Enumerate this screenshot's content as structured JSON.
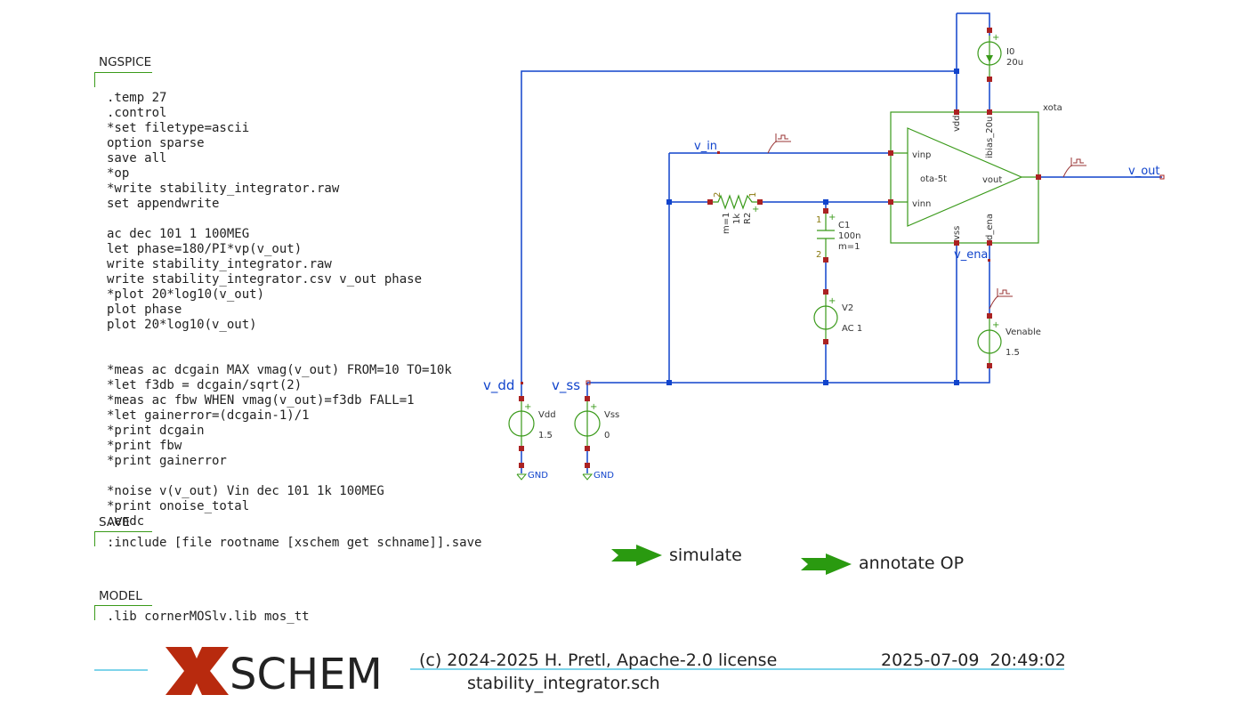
{
  "blocks": {
    "ngspice": {
      "title": "NGSPICE",
      "lines": [
        ".temp 27",
        ".control",
        "*set filetype=ascii",
        "option sparse",
        "save all",
        "*op",
        "*write stability_integrator.raw",
        "set appendwrite",
        "",
        "ac dec 101 1 100MEG",
        "let phase=180/PI*vp(v_out)",
        "write stability_integrator.raw",
        "write stability_integrator.csv v_out phase",
        "*plot 20*log10(v_out)",
        "plot phase",
        "plot 20*log10(v_out)",
        "",
        "",
        "*meas ac dcgain MAX vmag(v_out) FROM=10 TO=10k",
        "*let f3db = dcgain/sqrt(2)",
        "*meas ac fbw WHEN vmag(v_out)=f3db FALL=1",
        "*let gainerror=(dcgain-1)/1",
        "*print dcgain",
        "*print fbw",
        "*print gainerror",
        "",
        "*noise v(v_out) Vin dec 101 1k 100MEG",
        "*print onoise_total",
        ".endc"
      ]
    },
    "save": {
      "title": "SAVE",
      "lines": [
        ":include [file rootname [xschem get schname]].save"
      ]
    },
    "model": {
      "title": "MODEL",
      "lines": [
        ".lib cornerMOSlv.lib mos_tt"
      ]
    }
  },
  "schematic": {
    "nets": {
      "v_in": "v_in",
      "v_out": "v_out",
      "v_dd": "v_dd",
      "v_ss": "v_ss",
      "v_ena": "v_ena",
      "gnd1": "GND",
      "gnd2": "GND"
    },
    "ota": {
      "instance": "xota",
      "cell": "ota-5t",
      "pins": {
        "vinp": "vinp",
        "vinn": "vinn",
        "vout": "vout",
        "vdd": "vdd",
        "vss": "vss",
        "ibias": "ibias_20u",
        "ena": "d_ena"
      }
    },
    "I0": {
      "name": "I0",
      "value": "20u"
    },
    "R2": {
      "name": "R2",
      "value": "1k",
      "mult": "m=1",
      "pin1": "1",
      "pin2": "2"
    },
    "C1": {
      "name": "C1",
      "value": "100n",
      "mult": "m=1",
      "pin1": "1",
      "pin2": "2"
    },
    "V2": {
      "name": "V2",
      "value": "AC 1"
    },
    "Venable": {
      "name": "Venable",
      "value": "1.5"
    },
    "Vdd": {
      "name": "Vdd",
      "value": "1.5"
    },
    "Vss": {
      "name": "Vss",
      "value": "0"
    },
    "plus": "+"
  },
  "launchers": {
    "simulate": "simulate",
    "annotate": "annotate OP"
  },
  "footer": {
    "logo_x": "X",
    "logo_text": "SCHEM",
    "copyright": "(c) 2024-2025 H. Pretl, Apache-2.0 license",
    "datetime": "2025-07-09  20:49:02",
    "filename": "stability_integrator.sch"
  },
  "colors": {
    "wire": "#1144cc",
    "symbol": "#3a9a1a",
    "pin": "#aa2222",
    "logo": "#b82a0e",
    "footer_line": "#33bbdd"
  }
}
